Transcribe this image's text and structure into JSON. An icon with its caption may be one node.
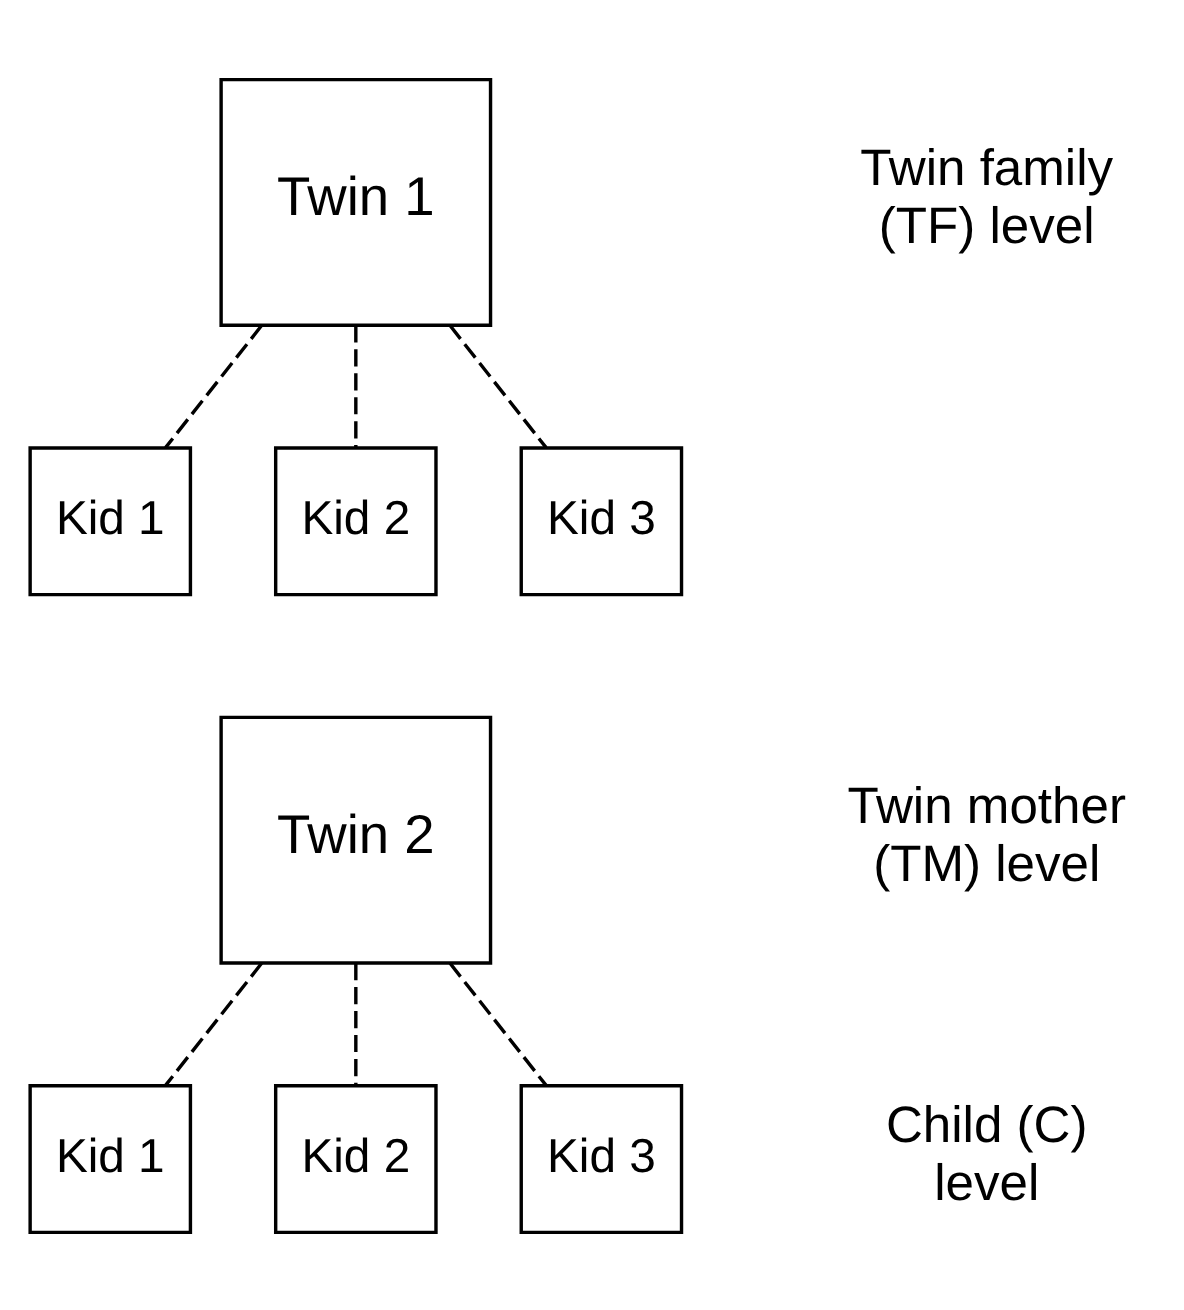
{
  "diagram": {
    "nodes": [
      {
        "text": [
          "Twin 1"
        ]
      },
      {
        "text": [
          "Kid 1"
        ]
      },
      {
        "text": [
          "Kid 2"
        ]
      },
      {
        "text": [
          "Kid 3"
        ]
      },
      {
        "text": [
          "Twin 2"
        ]
      },
      {
        "text": [
          "Kid 1"
        ]
      },
      {
        "text": [
          "Kid 2"
        ]
      },
      {
        "text": [
          "Kid 3"
        ]
      }
    ],
    "edges": [
      {
        "from": 0,
        "to": 1,
        "arrow": "none",
        "style": "dashed"
      },
      {
        "from": 0,
        "to": 2,
        "arrow": "none",
        "style": "dashed"
      },
      {
        "from": 0,
        "to": 3,
        "arrow": "none",
        "style": "dashed"
      },
      {
        "from": 4,
        "to": 5,
        "arrow": "none",
        "style": "dashed"
      },
      {
        "from": 4,
        "to": 6,
        "arrow": "none",
        "style": "dashed"
      },
      {
        "from": 4,
        "to": 7,
        "arrow": "none",
        "style": "dashed"
      }
    ],
    "labels": [
      "Twin family (TF) level",
      "Twin mother (TM) level",
      "Child (C) level"
    ]
  }
}
